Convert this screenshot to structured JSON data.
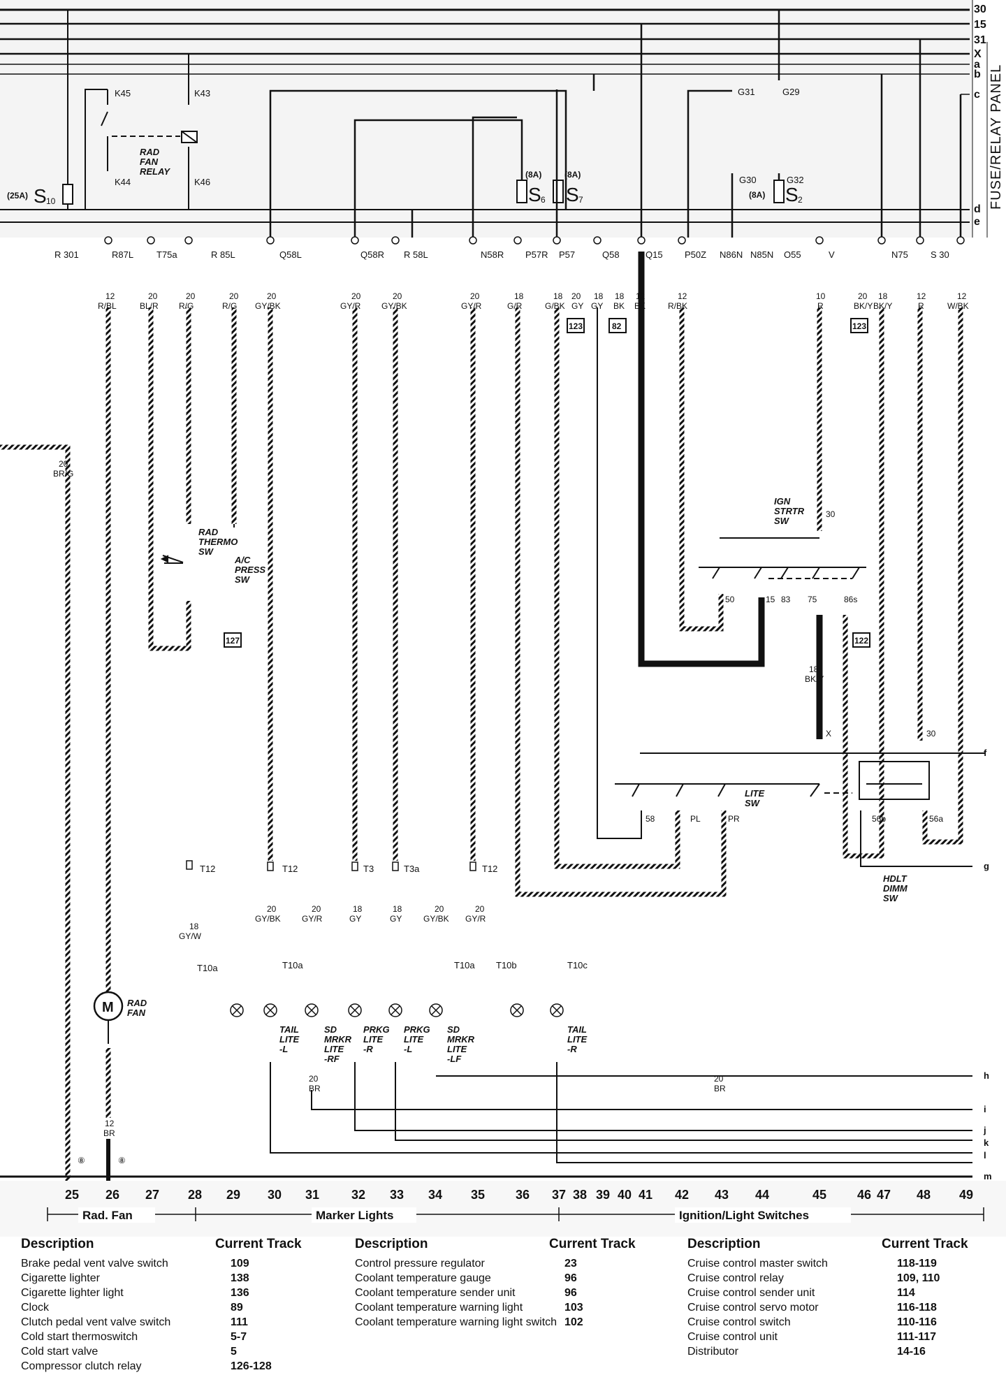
{
  "bus_lines": [
    {
      "label": "30"
    },
    {
      "label": "15"
    },
    {
      "label": "31"
    },
    {
      "label": "X"
    },
    {
      "label": "a"
    },
    {
      "label": "b"
    },
    {
      "label": "c"
    },
    {
      "label": "d"
    },
    {
      "label": "e"
    }
  ],
  "panel_label": "FUSE/RELAY PANEL",
  "relay": {
    "name_lines": [
      "RAD",
      "FAN",
      "RELAY"
    ],
    "terminals": [
      "K45",
      "K43",
      "K44",
      "K46"
    ]
  },
  "fuses": [
    {
      "rating": "(25A)",
      "name": "S",
      "sub": "10"
    },
    {
      "rating": "(8A)",
      "name": "S",
      "sub": "6"
    },
    {
      "rating": "(8A)",
      "name": "S",
      "sub": "7"
    },
    {
      "rating": "(8A)",
      "name": "S",
      "sub": "2"
    }
  ],
  "panel_terminals": [
    "G31",
    "G29",
    "G30",
    "G32"
  ],
  "connector_codes": [
    "R 301",
    "R87L",
    "T75a",
    "R 85L",
    "Q58L",
    "Q58R",
    "R 58L",
    "N58R",
    "P57R",
    "P57",
    "Q58",
    "Q15",
    "P50Z",
    "N86N",
    "N85N",
    "O55",
    "V",
    "N75",
    "S 30"
  ],
  "wire_labels": [
    {
      "gauge": "12",
      "color": "R/BL"
    },
    {
      "gauge": "20",
      "color": "BL/R"
    },
    {
      "gauge": "20",
      "color": "R/G"
    },
    {
      "gauge": "20",
      "color": "R/G"
    },
    {
      "gauge": "20",
      "color": "GY/BK"
    },
    {
      "gauge": "20",
      "color": "GY/R"
    },
    {
      "gauge": "20",
      "color": "GY/BK"
    },
    {
      "gauge": "20",
      "color": "GY/R"
    },
    {
      "gauge": "18",
      "color": "G/R"
    },
    {
      "gauge": "18",
      "color": "G/BK"
    },
    {
      "gauge": "20",
      "color": "GY"
    },
    {
      "gauge": "18",
      "color": "GY"
    },
    {
      "gauge": "18",
      "color": "BK"
    },
    {
      "gauge": "12",
      "color": "BK"
    },
    {
      "gauge": "12",
      "color": "R/BK"
    },
    {
      "gauge": "10",
      "color": "R"
    },
    {
      "gauge": "20",
      "color": "BK/Y"
    },
    {
      "gauge": "18",
      "color": "BK/Y"
    },
    {
      "gauge": "12",
      "color": "R"
    },
    {
      "gauge": "12",
      "color": "W/BK"
    },
    {
      "gauge": "20",
      "color": "BR/G"
    },
    {
      "gauge": "18",
      "color": "GY/W"
    },
    {
      "gauge": "20",
      "color": "GY/BK"
    },
    {
      "gauge": "20",
      "color": "GY/R"
    },
    {
      "gauge": "18",
      "color": "GY"
    },
    {
      "gauge": "18",
      "color": "GY"
    },
    {
      "gauge": "20",
      "color": "GY/BK"
    },
    {
      "gauge": "20",
      "color": "GY/R"
    },
    {
      "gauge": "12",
      "color": "BR"
    },
    {
      "gauge": "20",
      "color": "BR"
    },
    {
      "gauge": "20",
      "color": "BR"
    },
    {
      "gauge": "18",
      "color": "BK/Y"
    }
  ],
  "ref_boxes": [
    "123",
    "82",
    "123",
    "127",
    "122"
  ],
  "components": {
    "rad_thermo_sw": [
      "RAD",
      "THERMO",
      "SW"
    ],
    "ac_press_sw": [
      "A/C",
      "PRESS",
      "SW"
    ],
    "ign_strtr_sw": [
      "IGN",
      "STRTR",
      "SW"
    ],
    "lite_sw": [
      "LITE",
      "SW"
    ],
    "hdlt_dimm_sw": [
      "HDLT",
      "DIMM",
      "SW"
    ],
    "rad_fan": [
      "RAD",
      "FAN"
    ],
    "motor_symbol": "M",
    "tail_lite_l": [
      "TAIL",
      "LITE",
      "-L"
    ],
    "sd_mrkr_lite_rf": [
      "SD",
      "MRKR",
      "LITE",
      "-RF"
    ],
    "prkg_lite_r": [
      "PRKG",
      "LITE",
      "-R"
    ],
    "prkg_lite_l": [
      "PRKG",
      "LITE",
      "-L"
    ],
    "sd_mrkr_lite_lf": [
      "SD",
      "MRKR",
      "LITE",
      "-LF"
    ],
    "tail_lite_r": [
      "TAIL",
      "LITE",
      "-R"
    ]
  },
  "switch_terminals": [
    "30",
    "50",
    "15",
    "83",
    "75",
    "86s",
    "X",
    "30",
    "58",
    "PL",
    "PR",
    "56b",
    "56a"
  ],
  "connectors": [
    "T12",
    "T12",
    "T3",
    "T3a",
    "T12",
    "T10a",
    "T10a",
    "T10a",
    "T10b",
    "T10c"
  ],
  "ground_marks": [
    "⑧",
    "⑧"
  ],
  "side_lines": [
    "f",
    "g",
    "h",
    "i",
    "j",
    "k",
    "l",
    "m"
  ],
  "tracks": [
    "25",
    "26",
    "27",
    "28",
    "29",
    "30",
    "31",
    "32",
    "33",
    "34",
    "35",
    "36",
    "37",
    "38",
    "39",
    "40",
    "41",
    "42",
    "43",
    "44",
    "45",
    "46",
    "47",
    "48",
    "49"
  ],
  "sections": [
    {
      "label": "Rad. Fan"
    },
    {
      "label": "Marker Lights"
    },
    {
      "label": "Ignition/Light Switches"
    }
  ],
  "legend": {
    "header_desc": "Description",
    "header_track": "Current Track",
    "col1": [
      {
        "desc": "Brake pedal vent valve switch",
        "track": "109"
      },
      {
        "desc": "Cigarette lighter",
        "track": "138"
      },
      {
        "desc": "Cigarette lighter light",
        "track": "136"
      },
      {
        "desc": "Clock",
        "track": "89"
      },
      {
        "desc": "Clutch pedal vent valve switch",
        "track": "111"
      },
      {
        "desc": "Cold start thermoswitch",
        "track": "5-7"
      },
      {
        "desc": "Cold start valve",
        "track": "5"
      },
      {
        "desc": "Compressor clutch relay",
        "track": "126-128"
      }
    ],
    "col2": [
      {
        "desc": "Control pressure regulator",
        "track": "23"
      },
      {
        "desc": "Coolant temperature gauge",
        "track": "96"
      },
      {
        "desc": "Coolant temperature sender unit",
        "track": "96"
      },
      {
        "desc": "Coolant temperature warning light",
        "track": "103"
      },
      {
        "desc": "Coolant temperature warning light switch",
        "track": "102"
      }
    ],
    "col3": [
      {
        "desc": "Cruise control master switch",
        "track": "118-119"
      },
      {
        "desc": "Cruise control relay",
        "track": "109, 110"
      },
      {
        "desc": "Cruise control sender unit",
        "track": "114"
      },
      {
        "desc": "Cruise control servo motor",
        "track": "116-118"
      },
      {
        "desc": "Cruise control switch",
        "track": "110-116"
      },
      {
        "desc": "Cruise control unit",
        "track": "111-117"
      },
      {
        "desc": "Distributor",
        "track": "14-16"
      }
    ]
  }
}
